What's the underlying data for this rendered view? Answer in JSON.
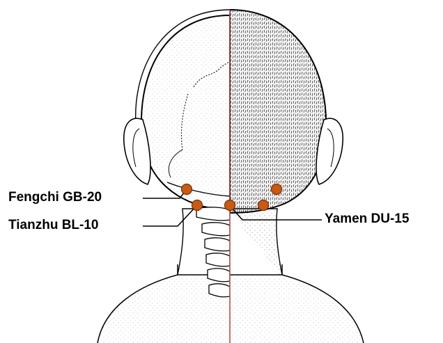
{
  "points": [
    {
      "name": "Fengchi GB-20",
      "side": "left"
    },
    {
      "name": "Tianzhu BL-10",
      "side": "left"
    },
    {
      "name": "Yamen DU-15",
      "side": "right"
    }
  ],
  "colors": {
    "point_fill": "#c85a14",
    "point_stroke": "#7a2e05",
    "midline": "#b05050",
    "ink": "#000000",
    "stipple": "#444444"
  },
  "icons": {
    "figure": "head-and-neck-rear-view-icon",
    "marker": "acupoint-dot-icon"
  }
}
